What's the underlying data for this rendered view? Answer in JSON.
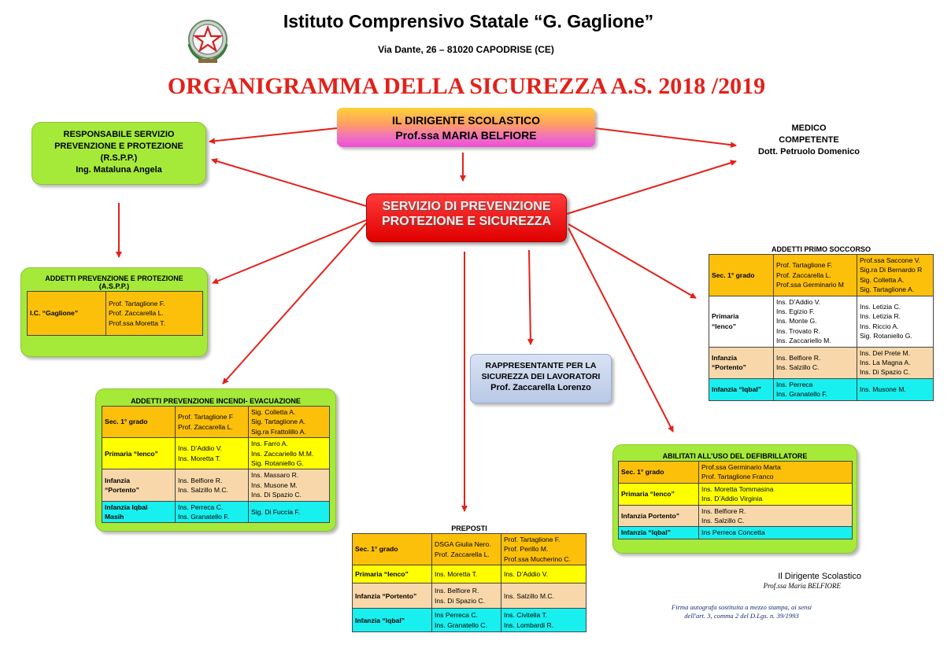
{
  "header": {
    "school_name": "Istituto Comprensivo Statale “G. Gaglione”",
    "address": "Via Dante, 26  –  81020 CAPODRISE (CE)",
    "title": "ORGANIGRAMMA DELLA SICUREZZA A.S. 2018 /2019"
  },
  "colors": {
    "title_red": "#e32119",
    "box_green": "#a5ea39",
    "arrow_red": "#e32119",
    "row_orange": "#fdc00a",
    "row_yellow": "#ffff00",
    "row_peach": "#f8d8aa",
    "row_cyan": "#18f0f0"
  },
  "dirigente": {
    "line1": "IL DIRIGENTE SCOLASTICO",
    "line2": "Prof.ssa  MARIA BELFIORE"
  },
  "rspp": {
    "line1": "RESPONSABILE SERVIZIO",
    "line2": "PREVENZIONE E PROTEZIONE",
    "line3": "(R.S.P.P.)",
    "line4": "Ing. Mataluna Angela"
  },
  "medico": {
    "line1": "MEDICO",
    "line2": "COMPETENTE",
    "line3": "Dott. Petruolo Domenico"
  },
  "spps": {
    "line1": "SERVIZIO DI PREVENZIONE",
    "line2": "PROTEZIONE E SICUREZZA"
  },
  "rls": {
    "line1": "RAPPRESENTANTE PER LA",
    "line2": "SICUREZZA DEI LAVORATORI",
    "line3": "Prof.  Zaccarella  Lorenzo"
  },
  "aspp": {
    "title1": "ADDETTI PREVENZIONE E PROTEZIONE",
    "title2": "(A.S.P.P.)",
    "school": "I.C. “Gaglione”",
    "names": [
      "Prof. Tartaglione F.",
      "Prof. Zaccarella L.",
      "Prof.ssa Moretta T."
    ]
  },
  "incendi": {
    "title": "ADDETTI PREVENZIONE INCENDI- EVACUAZIONE",
    "rows": [
      {
        "label": "Sec. 1° grado",
        "c1": [
          "Prof. Tartaglione F",
          "Prof. Zaccarella L."
        ],
        "c2": [
          "Sig. Colletta A.",
          "Sig. Tartaglione A.",
          "Sig.ra Frattolillo A."
        ]
      },
      {
        "label": "Primaria “Ienco”",
        "c1": [
          "Ins. D’Addio V.",
          "Ins.  Moretta T."
        ],
        "c2": [
          "Ins. Farro A.",
          "Ins. Zaccariello M.M.",
          "Sig. Rotaniello G."
        ]
      },
      {
        "label1": "Infanzia",
        "label2": "“Portento”",
        "c1": [
          "Ins. Belfiore R.",
          "Ins. Salzillo M.C."
        ],
        "c2": [
          "Ins. Massaro R.",
          "Ins. Musone M.",
          "Ins. Di Spazio C."
        ]
      },
      {
        "label1": "Infanzia Iqbal",
        "label2": "Masih",
        "c1": [
          "Ins. Perreca C.",
          "Ins. Granatello F."
        ],
        "c2": [
          "Sig. Di Fuccia F."
        ]
      }
    ]
  },
  "soccorso": {
    "title": "ADDETTI PRIMO SOCCORSO",
    "rows": [
      {
        "label": "Sec. 1° grado",
        "c1": [
          "Prof. Tartaglione F.",
          "Prof. Zaccarella L.",
          "Prof.ssa Germinario M"
        ],
        "c2": [
          "Prof.ssa Saccone V.",
          "Sig.ra Di Bernardo R",
          "Sig. Colletta A.",
          "Sig. Tartaglione A."
        ]
      },
      {
        "label1": "Primaria",
        "label2": "“Ienco”",
        "c1": [
          "Ins. D’Addio V.",
          "Ins. Egizio F.",
          "Ins. Monte G.",
          "Ins. Trovato R.",
          "Ins. Zaccariello M."
        ],
        "c2": [
          "Ins. Letizia C.",
          "Ins. Letizia R.",
          "Ins. Riccio A.",
          "Sig. Rotaniello G."
        ]
      },
      {
        "label1": "Infanzia",
        "label2": "“Portento”",
        "c1": [
          "Ins. Belfiore R.",
          "Ins. Salzillo C."
        ],
        "c2": [
          "Ins. Del Prete M.",
          "Ins. La Magna A.",
          "Ins. Di Spazio C."
        ]
      },
      {
        "label": "Infanzia “Iqbal”",
        "c1": [
          "Ins. Perreca",
          "Ins. Granatello F."
        ],
        "c2": [
          "Ins. Musone M."
        ]
      }
    ]
  },
  "defib": {
    "title": "ABILITATI ALL’USO DEL DEFIBRILLATORE",
    "rows": [
      {
        "label": "Sec. 1° grado",
        "names": [
          "Prof.ssa Germinario Marta",
          "Prof. Tartaglione Franco"
        ]
      },
      {
        "label": "Primaria “Ienco”",
        "names": [
          "Ins. Moretta Tommasina",
          "Ins. D’Addio  Virginia"
        ]
      },
      {
        "label": "Infanzia Portento”",
        "names": [
          "Ins. Belfiore R.",
          "Ins.  Salzillo C."
        ]
      },
      {
        "label": "Infanzia “Iqbal”",
        "names": [
          "Ins  Perreca Concetta"
        ]
      }
    ]
  },
  "preposti": {
    "title": "PREPOSTI",
    "rows": [
      {
        "label": "Sec. 1° grado",
        "c1": [
          "DSGA Giulia Nero.",
          "Prof. Zaccarella L."
        ],
        "c2": [
          "Prof. Tartaglione F.",
          "Prof. Perillo M.",
          "Prof.ssa Mucherino C."
        ]
      },
      {
        "label": "Primaria “Ienco”",
        "c1": [
          "Ins. Moretta T."
        ],
        "c2": [
          "Ins. D’Addio  V."
        ]
      },
      {
        "label": "Infanzia “Portento”",
        "c1": [
          "Ins. Belfiore R.",
          "Ins. Di Spazio C."
        ],
        "c2": [
          "Ins. Salzillo M.C."
        ]
      },
      {
        "label": "Infanzia “Iqbal”",
        "c1": [
          "Ins Perreca C.",
          "Ins. Granatello C."
        ],
        "c2": [
          "Ins. Civitella T.",
          "Ins. Lombardi R."
        ]
      }
    ]
  },
  "signature": {
    "title": "Il Dirigente Scolastico",
    "name": "Prof.ssa Maria BELFIORE",
    "note1": "Firma autografa sostituita a mezzo stampa, ai sensi",
    "note2": "dell'art. 3, comma 2 del D.Lgs. n. 39/1993"
  },
  "icons": {
    "emblem": "italian-republic-emblem-icon"
  }
}
